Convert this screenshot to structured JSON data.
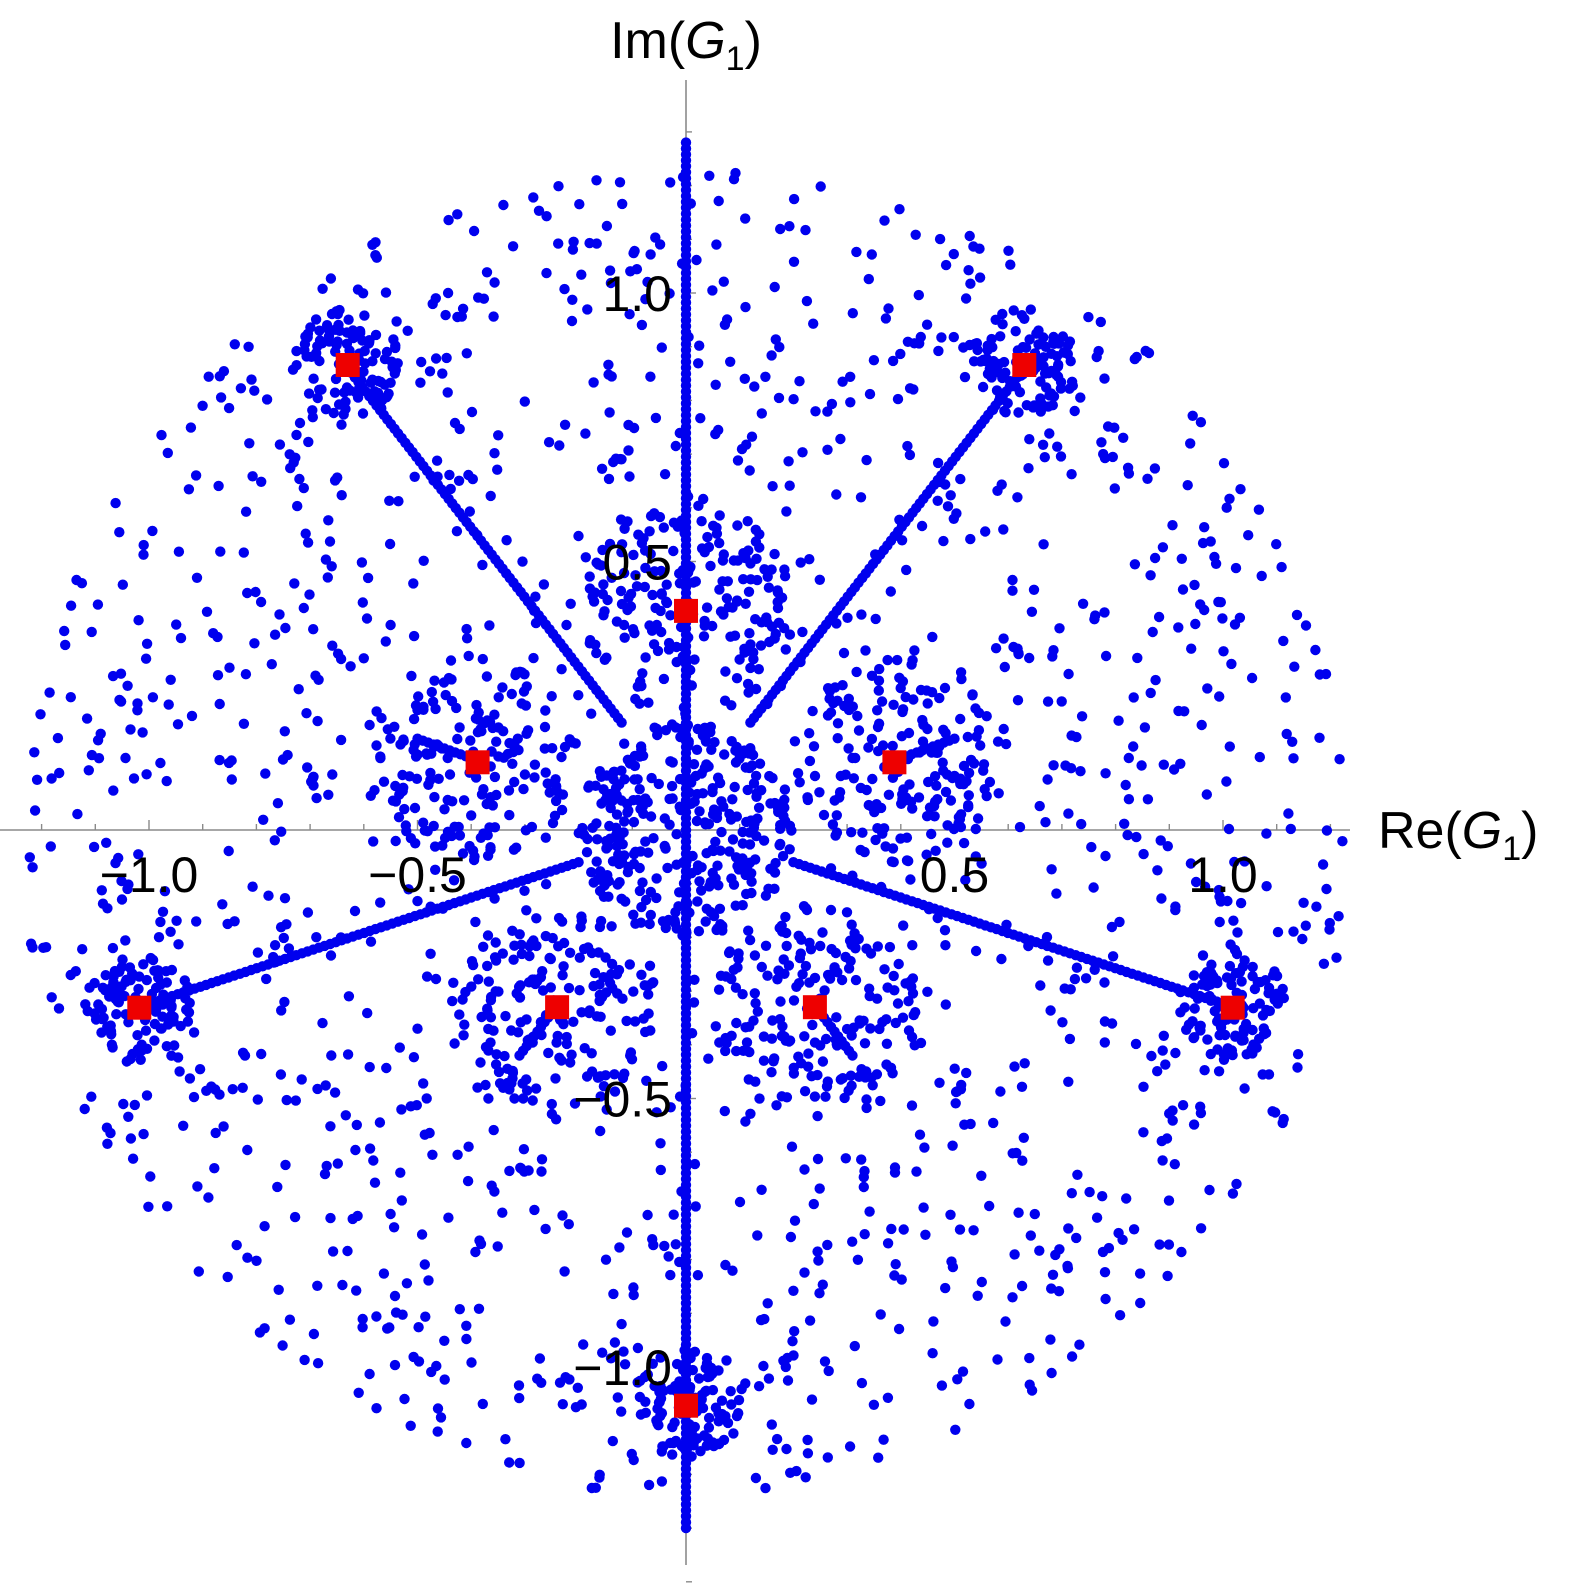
{
  "chart_data": {
    "type": "scatter",
    "title": "",
    "xlabel": {
      "prefix": "Re(",
      "var": "G",
      "sub": "1",
      "suffix": ")"
    },
    "ylabel": {
      "prefix": "Im(",
      "var": "G",
      "sub": "1",
      "suffix": ")"
    },
    "xlim": [
      -1.27,
      1.27
    ],
    "ylim": [
      -1.43,
      1.38
    ],
    "x_ticks": [
      {
        "value": -1.0,
        "label": "−1.0"
      },
      {
        "value": -0.5,
        "label": "−0.5"
      },
      {
        "value": 0.5,
        "label": "0.5"
      },
      {
        "value": 1.0,
        "label": "1.0"
      }
    ],
    "y_ticks": [
      {
        "value": 1.0,
        "label": "1.0"
      },
      {
        "value": 0.5,
        "label": "0.5"
      },
      {
        "value": -0.5,
        "label": "−0.5"
      },
      {
        "value": -1.0,
        "label": "−1.0"
      }
    ],
    "minor_tick_step": 0.1,
    "grid": false,
    "series": [
      {
        "marker": "circle",
        "color": "#0000ee",
        "description_symmetry": 5,
        "spokes": [
          {
            "from": [
              0.0,
              0.0
            ],
            "to": [
              0.0,
              1.28
            ]
          },
          {
            "from": [
              0.0,
              0.0
            ],
            "to": [
              0.0,
              -1.3
            ]
          },
          {
            "from": [
              -0.12,
              0.2
            ],
            "to": [
              -0.63,
              0.86
            ]
          },
          {
            "from": [
              0.12,
              0.2
            ],
            "to": [
              0.63,
              0.86
            ]
          },
          {
            "from": [
              -0.2,
              -0.06
            ],
            "to": [
              -1.02,
              -0.33
            ]
          },
          {
            "from": [
              0.2,
              -0.06
            ],
            "to": [
              1.02,
              -0.33
            ]
          },
          {
            "from": [
              -0.25,
              -0.34
            ],
            "to": [
              -0.31,
              -0.42
            ]
          },
          {
            "from": [
              0.25,
              -0.34
            ],
            "to": [
              0.31,
              -0.42
            ]
          },
          {
            "from": [
              -0.39,
              0.13
            ],
            "to": [
              -0.5,
              0.17
            ]
          },
          {
            "from": [
              0.39,
              0.13
            ],
            "to": [
              0.5,
              0.17
            ]
          }
        ],
        "clusters": [
          {
            "center": [
              0.0,
              0.0
            ],
            "radius": 0.2,
            "count": 320
          },
          {
            "center": [
              0.0,
              0.41
            ],
            "radius": 0.2,
            "count": 170
          },
          {
            "center": [
              -0.39,
              0.13
            ],
            "radius": 0.19,
            "count": 160
          },
          {
            "center": [
              0.39,
              0.13
            ],
            "radius": 0.19,
            "count": 160
          },
          {
            "center": [
              -0.24,
              -0.33
            ],
            "radius": 0.19,
            "count": 160
          },
          {
            "center": [
              0.24,
              -0.33
            ],
            "radius": 0.19,
            "count": 160
          },
          {
            "center": [
              -0.63,
              0.87
            ],
            "radius": 0.1,
            "count": 90
          },
          {
            "center": [
              0.63,
              0.87
            ],
            "radius": 0.1,
            "count": 90
          },
          {
            "center": [
              -1.02,
              -0.33
            ],
            "radius": 0.1,
            "count": 90
          },
          {
            "center": [
              1.02,
              -0.33
            ],
            "radius": 0.1,
            "count": 90
          },
          {
            "center": [
              0.0,
              -1.07
            ],
            "radius": 0.1,
            "count": 90
          }
        ],
        "halo": {
          "inner_radius": 0.25,
          "outer_radius": 1.24,
          "count": 1450
        }
      },
      {
        "marker": "square",
        "color": "#ee0000",
        "points": [
          [
            0.0,
            0.408
          ],
          [
            -0.388,
            0.126
          ],
          [
            0.388,
            0.126
          ],
          [
            -0.24,
            -0.33
          ],
          [
            0.24,
            -0.33
          ],
          [
            -0.63,
            0.866
          ],
          [
            0.63,
            0.866
          ],
          [
            -1.018,
            -0.331
          ],
          [
            1.018,
            -0.331
          ],
          [
            0.0,
            -1.072
          ]
        ]
      }
    ]
  }
}
